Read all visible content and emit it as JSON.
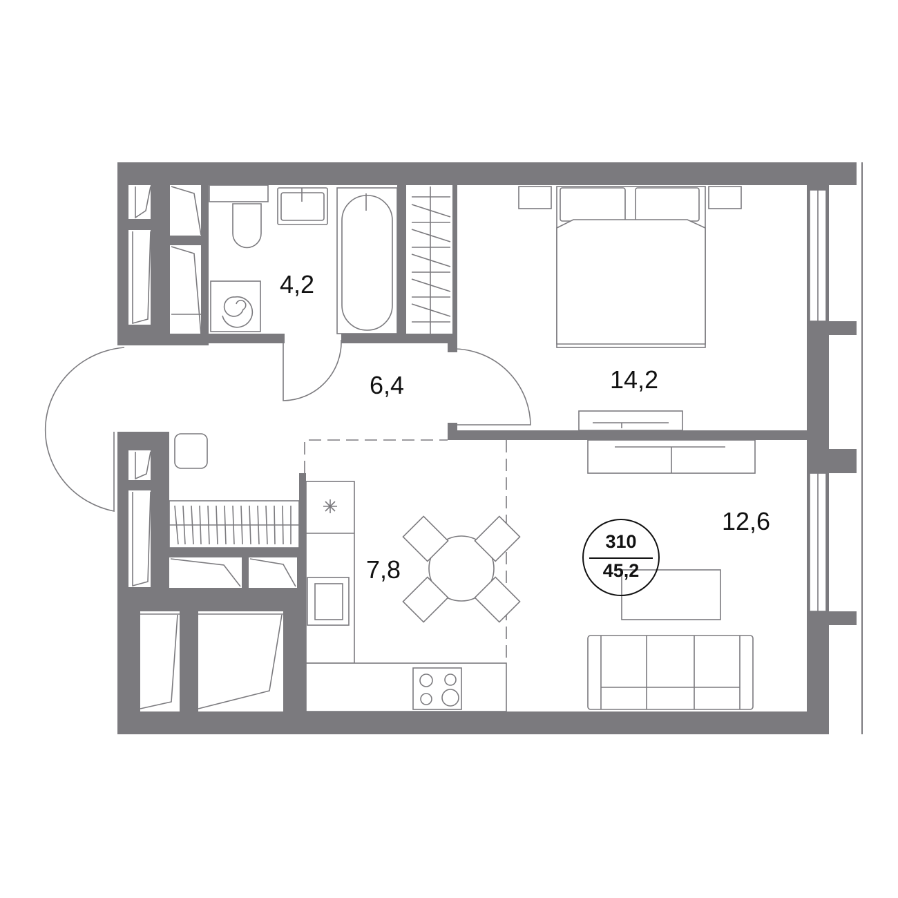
{
  "plan": {
    "wall_color": "#7b7a7e",
    "rooms": [
      {
        "name": "bathroom",
        "area": "4,2"
      },
      {
        "name": "hallway",
        "area": "6,4"
      },
      {
        "name": "bedroom",
        "area": "14,2"
      },
      {
        "name": "kitchen",
        "area": "7,8"
      },
      {
        "name": "living-room",
        "area": "12,6"
      }
    ],
    "badge": {
      "apartment_number": "310",
      "total_area": "45,2"
    }
  }
}
